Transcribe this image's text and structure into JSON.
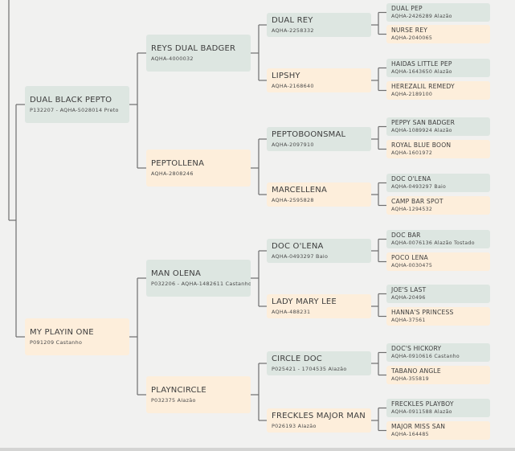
{
  "pedigree": {
    "g1": [
      {
        "name": "DUAL BLACK PEPTO",
        "reg": "P132207 - AQHA-5028014 Preto"
      },
      {
        "name": "MY PLAYIN ONE",
        "reg": "P091209 Castanho"
      }
    ],
    "g2": [
      {
        "name": "REYS DUAL BADGER",
        "reg": "AQHA-4000032"
      },
      {
        "name": "PEPTOLLENA",
        "reg": "AQHA-2808246"
      },
      {
        "name": "MAN OLENA",
        "reg": "P032206 - AQHA-1482611 Castanho"
      },
      {
        "name": "PLAYNCIRCLE",
        "reg": "P032375 Alazão"
      }
    ],
    "g3": [
      {
        "name": "DUAL REY",
        "reg": "AQHA-2258332"
      },
      {
        "name": "LIPSHY",
        "reg": "AQHA-2168640"
      },
      {
        "name": "PEPTOBOONSMAL",
        "reg": "AQHA-2097910"
      },
      {
        "name": "MARCELLENA",
        "reg": "AQHA-2595828"
      },
      {
        "name": "DOC O'LENA",
        "reg": "AQHA-0493297 Baio"
      },
      {
        "name": "LADY MARY LEE",
        "reg": "AQHA-488231"
      },
      {
        "name": "CIRCLE DOC",
        "reg": "P025421 - 1704535 Alazão"
      },
      {
        "name": "FRECKLES MAJOR MAN",
        "reg": "P026193 Alazão"
      }
    ],
    "g4": [
      {
        "name": "DUAL PEP",
        "reg": "AQHA-2426289 Alazão"
      },
      {
        "name": "NURSE REY",
        "reg": "AQHA-2040065"
      },
      {
        "name": "HAIDAS LITTLE PEP",
        "reg": "AQHA-1643650 Alazão"
      },
      {
        "name": "HEREZALIL REMEDY",
        "reg": "AQHA-2189100"
      },
      {
        "name": "PEPPY SAN BADGER",
        "reg": "AQHA-1089924 Alazão"
      },
      {
        "name": "ROYAL BLUE BOON",
        "reg": "AQHA-1601972"
      },
      {
        "name": "DOC O'LENA",
        "reg": "AQHA-0493297 Baio"
      },
      {
        "name": "CAMP BAR SPOT",
        "reg": "AQHA-1294532"
      },
      {
        "name": "DOC BAR",
        "reg": "AQHA-0076136 Alazão Tostado"
      },
      {
        "name": "POCO LENA",
        "reg": "AQHA-0030475"
      },
      {
        "name": "JOE'S LAST",
        "reg": "AQHA-20496"
      },
      {
        "name": "HANNA'S PRINCESS",
        "reg": "AQHA-37561"
      },
      {
        "name": "DOC'S HICKORY",
        "reg": "AQHA-0910616 Castanho"
      },
      {
        "name": "TABANO ANGLE",
        "reg": "AQHA-355819"
      },
      {
        "name": "FRECKLES PLAYBOY",
        "reg": "AQHA-0911588 Alazão"
      },
      {
        "name": "MAJOR MISS SAN",
        "reg": "AQHA-164485"
      }
    ]
  },
  "colors": {
    "sire": "#dde6e1",
    "dam": "#fdeedb",
    "connector": "#6f6f6f",
    "background": "#f1f1f0"
  }
}
